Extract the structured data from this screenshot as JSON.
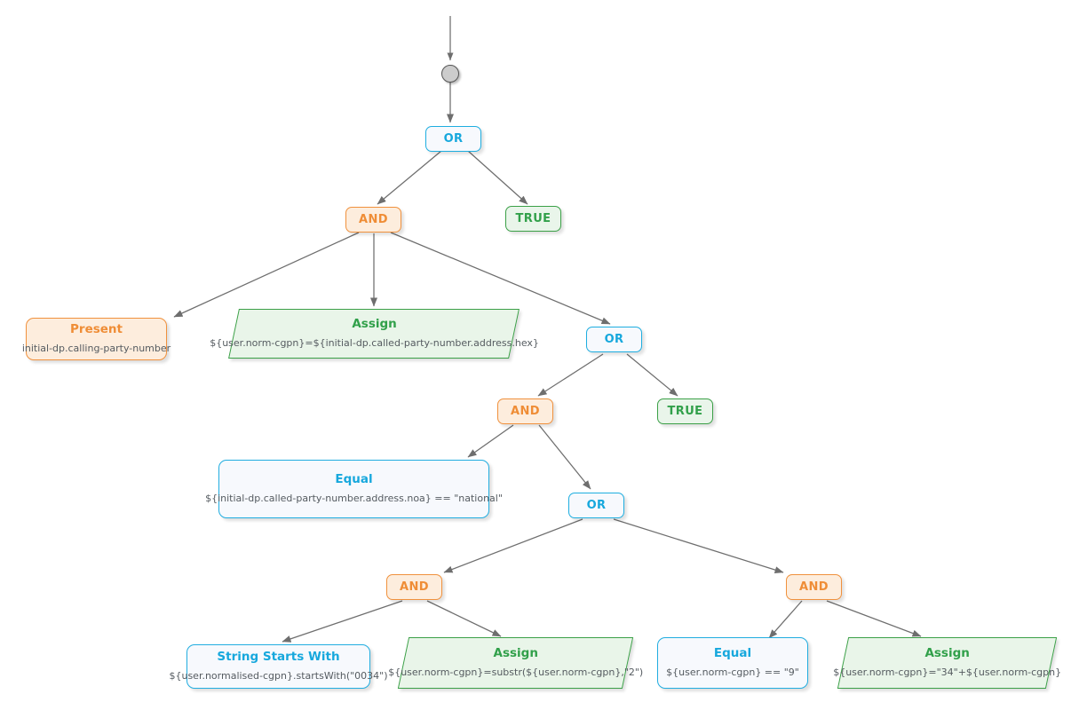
{
  "diagram": {
    "title": "Call routing decision tree",
    "background": "#ffffff",
    "colors": {
      "or_border": "#1eaee0",
      "or_text": "#17a8dd",
      "or_fill": "#f7f9fd",
      "and_border": "#f0913d",
      "and_text": "#ef8d36",
      "and_fill": "#fdeddd",
      "true_border": "#3ba047",
      "true_text": "#31a04a",
      "true_fill": "#e9f5ea",
      "assign_border": "#3ba047",
      "assign_text": "#31a04a",
      "assign_fill": "#e9f5e9",
      "edge": "#6e6e6e",
      "start_fill": "#cccccc",
      "start_border": "#555555",
      "expression_text": "#555b60"
    }
  },
  "nodes": {
    "start": {
      "kind": "start-dot",
      "label": ""
    },
    "or_1": {
      "kind": "or",
      "label": "OR"
    },
    "and_1": {
      "kind": "and",
      "label": "AND"
    },
    "true_1": {
      "kind": "true",
      "label": "TRUE"
    },
    "present_1": {
      "kind": "condition-orange",
      "title": "Present",
      "expression": "initial-dp.calling-party-number"
    },
    "assign_1": {
      "kind": "action-green",
      "title": "Assign",
      "expression": "${user.norm-cgpn}=${initial-dp.called-party-number.address.hex}"
    },
    "or_2": {
      "kind": "or",
      "label": "OR"
    },
    "and_2": {
      "kind": "and",
      "label": "AND"
    },
    "true_2": {
      "kind": "true",
      "label": "TRUE"
    },
    "equal_1": {
      "kind": "condition-blue",
      "title": "Equal",
      "expression": "${initial-dp.called-party-number.address.noa} == \"national\""
    },
    "or_3": {
      "kind": "or",
      "label": "OR"
    },
    "and_3": {
      "kind": "and",
      "label": "AND"
    },
    "and_4": {
      "kind": "and",
      "label": "AND"
    },
    "string_starts_with_1": {
      "kind": "condition-blue",
      "title": "String Starts With",
      "expression": "${user.normalised-cgpn}.startsWith(\"0034\")"
    },
    "assign_2": {
      "kind": "action-green",
      "title": "Assign",
      "expression": "${user.norm-cgpn}=substr(${user.norm-cgpn},\"2\")"
    },
    "equal_2": {
      "kind": "condition-blue",
      "title": "Equal",
      "expression": "${user.norm-cgpn} == \"9\""
    },
    "assign_3": {
      "kind": "action-green",
      "title": "Assign",
      "expression": "${user.norm-cgpn}=\"34\"+${user.norm-cgpn}"
    }
  },
  "edges": [
    {
      "from": "entry",
      "to": "start"
    },
    {
      "from": "start",
      "to": "or_1"
    },
    {
      "from": "or_1",
      "to": "and_1"
    },
    {
      "from": "or_1",
      "to": "true_1"
    },
    {
      "from": "and_1",
      "to": "present_1"
    },
    {
      "from": "and_1",
      "to": "assign_1"
    },
    {
      "from": "and_1",
      "to": "or_2"
    },
    {
      "from": "or_2",
      "to": "and_2"
    },
    {
      "from": "or_2",
      "to": "true_2"
    },
    {
      "from": "and_2",
      "to": "equal_1"
    },
    {
      "from": "and_2",
      "to": "or_3"
    },
    {
      "from": "or_3",
      "to": "and_3"
    },
    {
      "from": "or_3",
      "to": "and_4"
    },
    {
      "from": "and_3",
      "to": "string_starts_with_1"
    },
    {
      "from": "and_3",
      "to": "assign_2"
    },
    {
      "from": "and_4",
      "to": "equal_2"
    },
    {
      "from": "and_4",
      "to": "assign_3"
    }
  ]
}
